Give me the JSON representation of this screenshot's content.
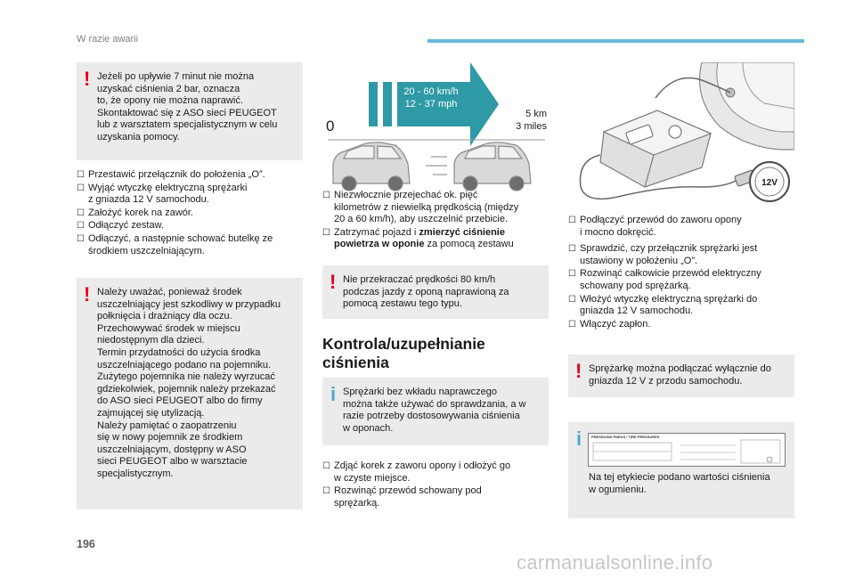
{
  "header": {
    "title": "W razie awarii"
  },
  "page_number": "196",
  "watermark": "carmanualsonline.info",
  "col1": {
    "warning1": "Jeżeli po upływie 7 minut nie można\nuzyskać ciśnienia 2 bar, oznacza\nto, że opony nie można naprawić.\nSkontaktować się z ASO sieci PEUGEOT\nlub z warsztatem specjalistycznym w celu\nuzyskania pomocy.",
    "steps": [
      "Przestawić przełącznik do położenia „O”.",
      "Wyjąć wtyczkę elektryczną sprężarki\nz gniazda 12 V samochodu.",
      "Założyć korek na zawór.",
      "Odłączyć zestaw.",
      "Odłączyć, a następnie schować butelkę ze\nśrodkiem uszczelniającym."
    ],
    "warning2": "Należy uważać, ponieważ środek\nuszczelniający jest szkodliwy w przypadku\npołknięcia i drażniący dla oczu.\nPrzechowywać środek w miejscu\nniedostępnym dla dzieci.\nTermin przydatności do użycia środka\nuszczelniającego podano na pojemniku.\nZużytego pojemnika nie należy wyrzucać\ngdziekolwiek, pojemnik należy przekazać\ndo ASO sieci PEUGEOT albo do firmy\nzajmującej się utylizacją.\nNależy pamiętać o zaopatrzeniu\nsię w nowy pojemnik ze środkiem\nuszczelniającym, dostępny w ASO\nsieci PEUGEOT albo w warsztacie\nspecjalistycznym."
  },
  "diagram": {
    "speed_kmh": "20 - 60 km/h",
    "speed_mph": "12 - 37 mph",
    "distance_km": "5 km",
    "distance_miles": "3 miles",
    "start_label": "0"
  },
  "col2": {
    "step1": "Niezwłocznie przejechać ok. pięć\nkilometrów z niewielką prędkością (między\n20 a 60 km/h), aby uszczelnić przebicie.",
    "step2_prefix": "Zatrzymać pojazd i ",
    "step2_bold": "zmierzyć ciśnienie\npowietrza w oponie",
    "step2_suffix": " za pomocą zestawu",
    "warning": "Nie przekraczać prędkości 80 km/h\npodczas jazdy z oponą naprawioną za\npomocą zestawu tego typu.",
    "section_title": "Kontrola/uzupełnianie\nciśnienia",
    "info": "Sprężarki bez wkładu naprawczego\nmożna także używać do sprawdzania, a w\nrazie potrzeby dostosowywania ciśnienia\nw oponach.",
    "steps": [
      "Zdjąć korek z zaworu opony i odłożyć go\nw czyste miejsce.",
      "Rozwinąć przewód schowany pod\nsprężarką."
    ]
  },
  "col3": {
    "socket_label": "12V",
    "steps": [
      "Podłączyć przewód do zaworu opony\ni mocno dokręcić.",
      "Sprawdzić, czy przełącznik sprężarki jest\nustawiony w położeniu „O”.",
      "Rozwinąć całkowicie przewód elektryczny\nschowany pod sprężarką.",
      "Włożyć wtyczkę elektryczną sprężarki do\ngniazda 12 V samochodu.",
      "Włączyć zapłon."
    ],
    "warning": "Sprężarkę można podłączać wyłącznie do\ngniazda 12 V z przodu samochodu.",
    "info": "Na tej etykiecie podano wartości ciśnienia\nw ogumieniu.",
    "label_title": "PRESSIONS PNEUS / TIRE PRESSURES"
  },
  "colors": {
    "accent": "#6ab8da",
    "teal": "#2e9aa6",
    "warning": "#e2001a",
    "info": "#4fa7d1",
    "box": "#ebebeb"
  }
}
